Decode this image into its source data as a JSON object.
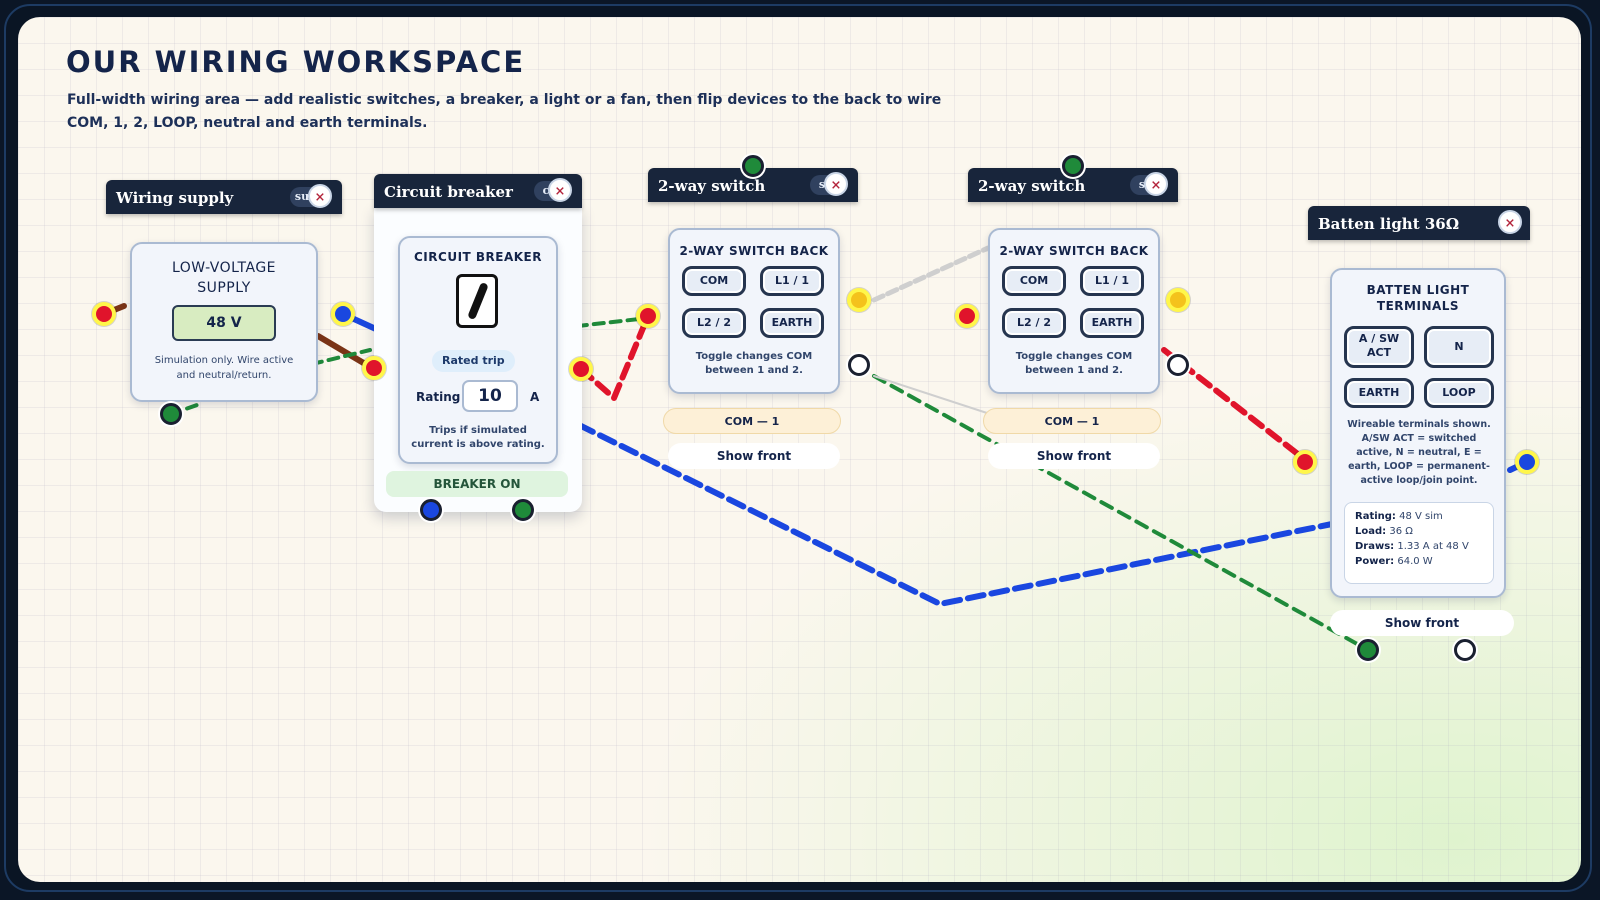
{
  "workspace": {
    "title": "OUR WIRING WORKSPACE",
    "description": "Full-width wiring area — add realistic switches, a breaker, a light or a fan, then flip devices to the back to wire COM, 1, 2, LOOP, neutral and earth terminals."
  },
  "supply": {
    "label": "Wiring supply",
    "tag": "su",
    "close": "×",
    "title": "LOW-VOLTAGE SUPPLY",
    "voltage": "48  V",
    "note": "Simulation only. Wire active and neutral/return."
  },
  "breaker": {
    "label": "Circuit breaker",
    "tag": "c",
    "close": "×",
    "title": "CIRCUIT BREAKER",
    "rated_trip": "Rated trip",
    "rating_label": "Rating",
    "rating_value": "10",
    "rating_unit": "A",
    "note": "Trips if simulated current is above rating.",
    "state": "BREAKER ON"
  },
  "switch1": {
    "label": "2-way switch",
    "tag": "s",
    "close": "×",
    "title": "2-WAY SWITCH BACK",
    "terminals": [
      "COM",
      "L1 / 1",
      "L2 / 2",
      "EARTH"
    ],
    "note": "Toggle changes COM between 1 and 2.",
    "status": "COM — 1",
    "show_front": "Show front"
  },
  "switch2": {
    "label": "2-way switch",
    "tag": "s",
    "close": "×",
    "title": "2-WAY SWITCH BACK",
    "terminals": [
      "COM",
      "L1 / 1",
      "L2 / 2",
      "EARTH"
    ],
    "note": "Toggle changes COM between 1 and 2.",
    "status": "COM — 1",
    "show_front": "Show front"
  },
  "light": {
    "label": "Batten light 36Ω",
    "close": "×",
    "title": "BATTEN LIGHT TERMINALS",
    "terminals": [
      "A / SW ACT",
      "N",
      "EARTH",
      "LOOP"
    ],
    "note": "Wireable terminals shown. A/SW ACT = switched active, N = neutral, E = earth, LOOP = permanent-active loop/join point.",
    "rating_label": "Rating:",
    "rating_value": "48 V sim",
    "load_label": "Load:",
    "load_value": "36 Ω",
    "draws_label": "Draws:",
    "draws_value": "1.33 A at 48 V",
    "power_label": "Power:",
    "power_value": "64.0 W",
    "show_front": "Show front"
  },
  "colors": {
    "active": "#e0142b",
    "neutral": "#1a47e0",
    "earth": "#1f8a3a",
    "loop": "#f4c21c",
    "brown": "#7a3416",
    "grey": "#c8c8c8"
  }
}
